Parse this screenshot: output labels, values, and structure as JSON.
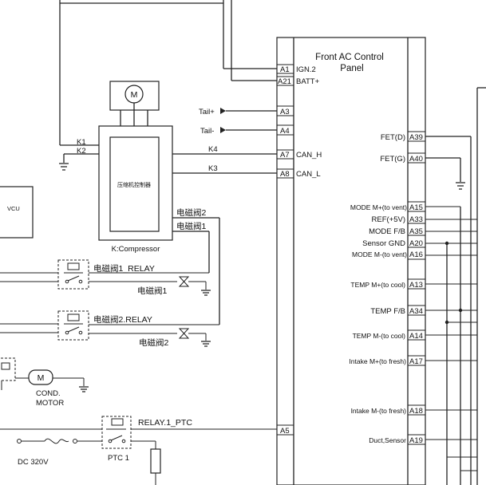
{
  "panel": {
    "title_line1": "Front AC Control",
    "title_line2": "Panel"
  },
  "pins_left": [
    {
      "pin": "A1",
      "label": "IGN.2"
    },
    {
      "pin": "A21",
      "label": "BATT+"
    },
    {
      "pin": "A3",
      "label": ""
    },
    {
      "pin": "A4",
      "label": ""
    },
    {
      "pin": "A7",
      "label": "CAN_H"
    },
    {
      "pin": "A8",
      "label": "CAN_L"
    },
    {
      "pin": "A5",
      "label": ""
    }
  ],
  "pins_right": [
    {
      "pin": "A39",
      "label": "FET(D)"
    },
    {
      "pin": "A40",
      "label": "FET(G)"
    },
    {
      "pin": "A15",
      "label": "MODE M+(to vent)"
    },
    {
      "pin": "A33",
      "label": "REF(+5V)"
    },
    {
      "pin": "A35",
      "label": "MODE F/B"
    },
    {
      "pin": "A20",
      "label": "Sensor GND"
    },
    {
      "pin": "A16",
      "label": "MODE M-(to vent)"
    },
    {
      "pin": "A13",
      "label": "TEMP M+(to cool)"
    },
    {
      "pin": "A34",
      "label": "TEMP F/B"
    },
    {
      "pin": "A14",
      "label": "TEMP M-(to cool)"
    },
    {
      "pin": "A17",
      "label": "Intake M+(to fresh)"
    },
    {
      "pin": "A18",
      "label": "Intake M-(to fresh)"
    },
    {
      "pin": "A19",
      "label": "Duct,Sensor"
    }
  ],
  "signals": {
    "tail_plus": "Tail+",
    "tail_minus": "Tail-",
    "k1": "K1",
    "k2": "K2",
    "k3": "K3",
    "k4": "K4"
  },
  "compressor": {
    "motor_symbol": "M",
    "controller_label": "压缩机控制器",
    "name": "K:Compressor"
  },
  "valves": {
    "valve2_wire": "电磁阀2",
    "valve1_wire": "电磁阀1",
    "relay1": "电磁阀1_RELAY",
    "valve1": "电磁阀1",
    "relay2": "电磁阀2.RELAY",
    "valve2": "电磁阀2"
  },
  "vcu": "VCU",
  "cond_motor": {
    "symbol": "M",
    "line1": "COND.",
    "line2": "MOTOR"
  },
  "ptc": {
    "relay": "RELAY.1_PTC",
    "supply": "DC 320V",
    "name": "PTC 1"
  }
}
